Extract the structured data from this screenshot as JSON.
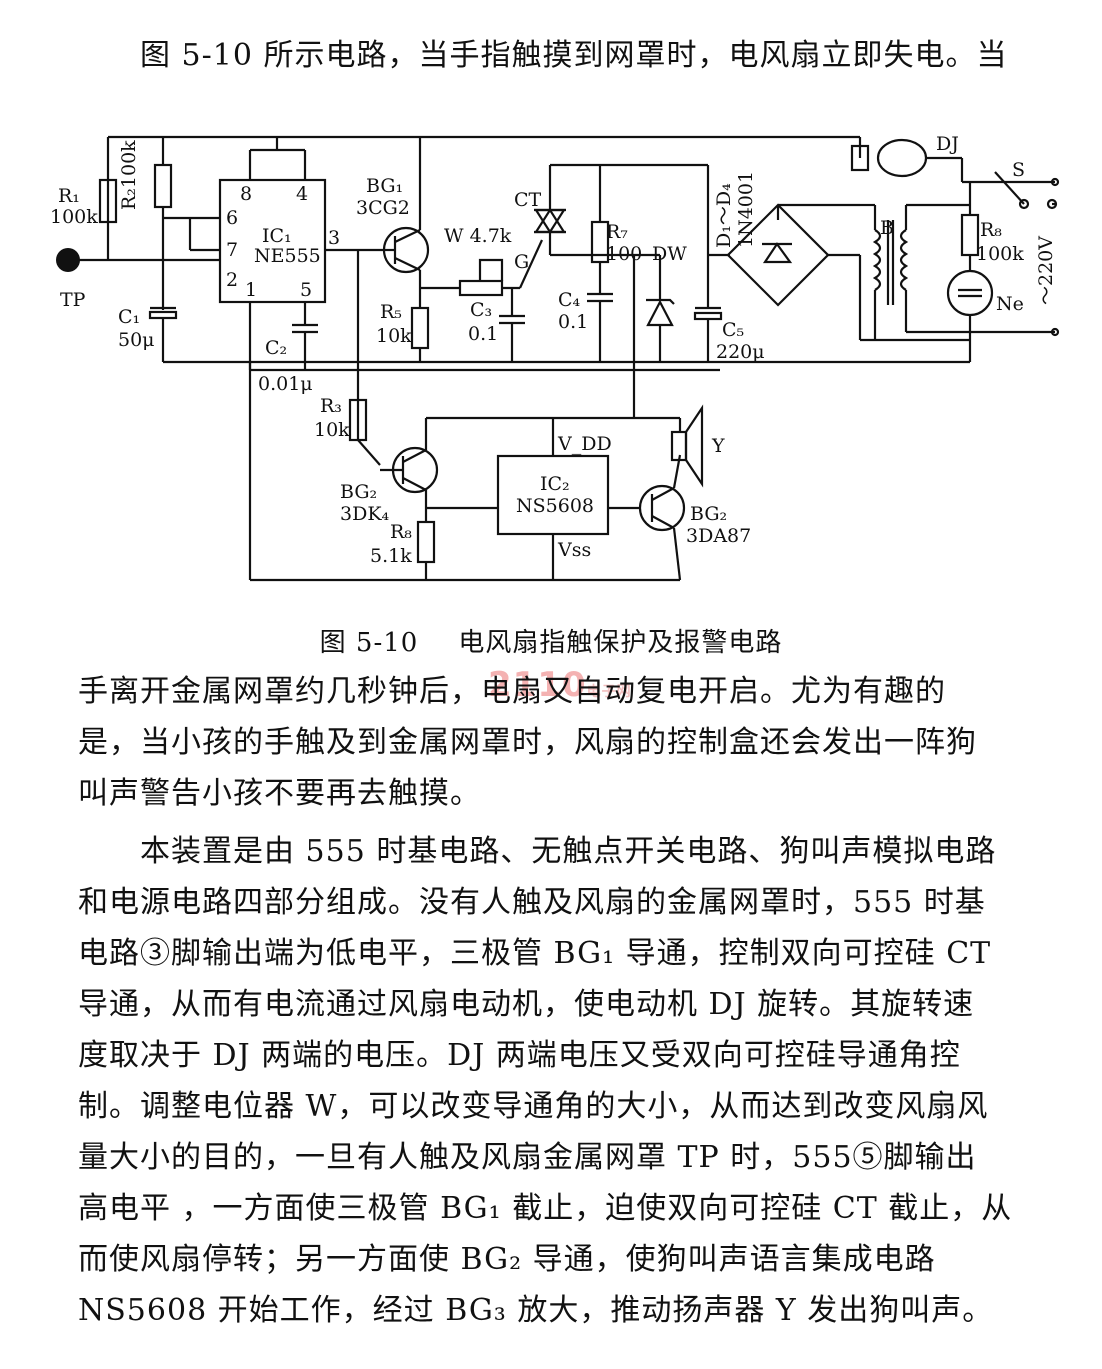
{
  "intro_line": "图 5-10 所示电路，当手指触摸到网罩时，电风扇立即失电。当",
  "figure": {
    "caption_number": "图 5-10",
    "caption_title": "电风扇指触保护及报警电路",
    "labels": {
      "r1": "R₁",
      "r1_val": "100k",
      "r2": "R₂100k",
      "tp": "TP",
      "c1": "C₁",
      "c1_val": "50μ",
      "ic1": "IC₁",
      "ic1_part": "NE555",
      "pin8": "8",
      "pin4": "4",
      "pin6": "6",
      "pin7": "7",
      "pin2": "2",
      "pin3": "3",
      "pin1": "1",
      "pin5": "5",
      "c2": "C₂",
      "c2_val": "0.01μ",
      "bg1": "BG₁",
      "bg1_part": "3CG2",
      "w": "W 4.7k",
      "g": "G",
      "r5": "R₅",
      "r5_val": "10k",
      "c3": "C₃",
      "c3_val": "0.1",
      "ct": "CT",
      "r7": "R₇",
      "r7_val": "100",
      "c4": "C₄",
      "c4_val": "0.1",
      "dw": "DW",
      "d1d4": "D₁～D₄",
      "d_part": "1N4001",
      "c5": "C₅",
      "c5_val": "220μ",
      "dj": "DJ",
      "s": "S",
      "b": "B",
      "r8": "R₈",
      "r8_val": "100k",
      "ne": "Ne",
      "ac": "～220V",
      "r3": "R₃",
      "r3_val": "10k",
      "bg2": "BG₂",
      "bg2_part": "3DK₄",
      "r8b": "R₈",
      "r8b_val": "5.1k",
      "ic2": "IC₂",
      "ic2_part": "NS5608",
      "vdd": "V_DD",
      "vss": "Vss",
      "y": "Y",
      "bg3": "BG₂",
      "bg3_part": "3DA87"
    }
  },
  "paragraph1": [
    "手离开金属网罩约几秒钟后，电扇又自动复电开启。尤为有趣的",
    "是，当小孩的手触及到金属网罩时，风扇的控制盒还会发出一阵狗",
    "叫声警告小孩不要再去触摸。"
  ],
  "paragraph2": [
    "本装置是由 555 时基电路、无触点开关电路、狗叫声模拟电路",
    "和电源电路四部分组成。没有人触及风扇的金属网罩时，555 时基",
    "电路③脚输出端为低电平，三极管 BG₁ 导通，控制双向可控硅 CT",
    "导通，从而有电流通过风扇电动机，使电动机 DJ 旋转。其旋转速",
    "度取决于 DJ 两端的电压。DJ 两端电压又受双向可控硅导通角控",
    "制。调整电位器 W，可以改变导通角的大小，从而达到改变风扇风",
    "量大小的目的，一旦有人触及风扇金属网罩 TP 时，555⑤脚输出",
    "高电平 ，一方面使三极管 BG₁ 截止，迫使双向可控硅 CT 截止，从",
    "而使风扇停转；另一方面使 BG₂ 导通，使狗叫声语言集成电路",
    "NS5608 开始工作，经过 BG₃ 放大，推动扬声器 Y 发出狗叫声。"
  ],
  "watermark": {
    "main": "2110",
    "sub": "电子网"
  }
}
